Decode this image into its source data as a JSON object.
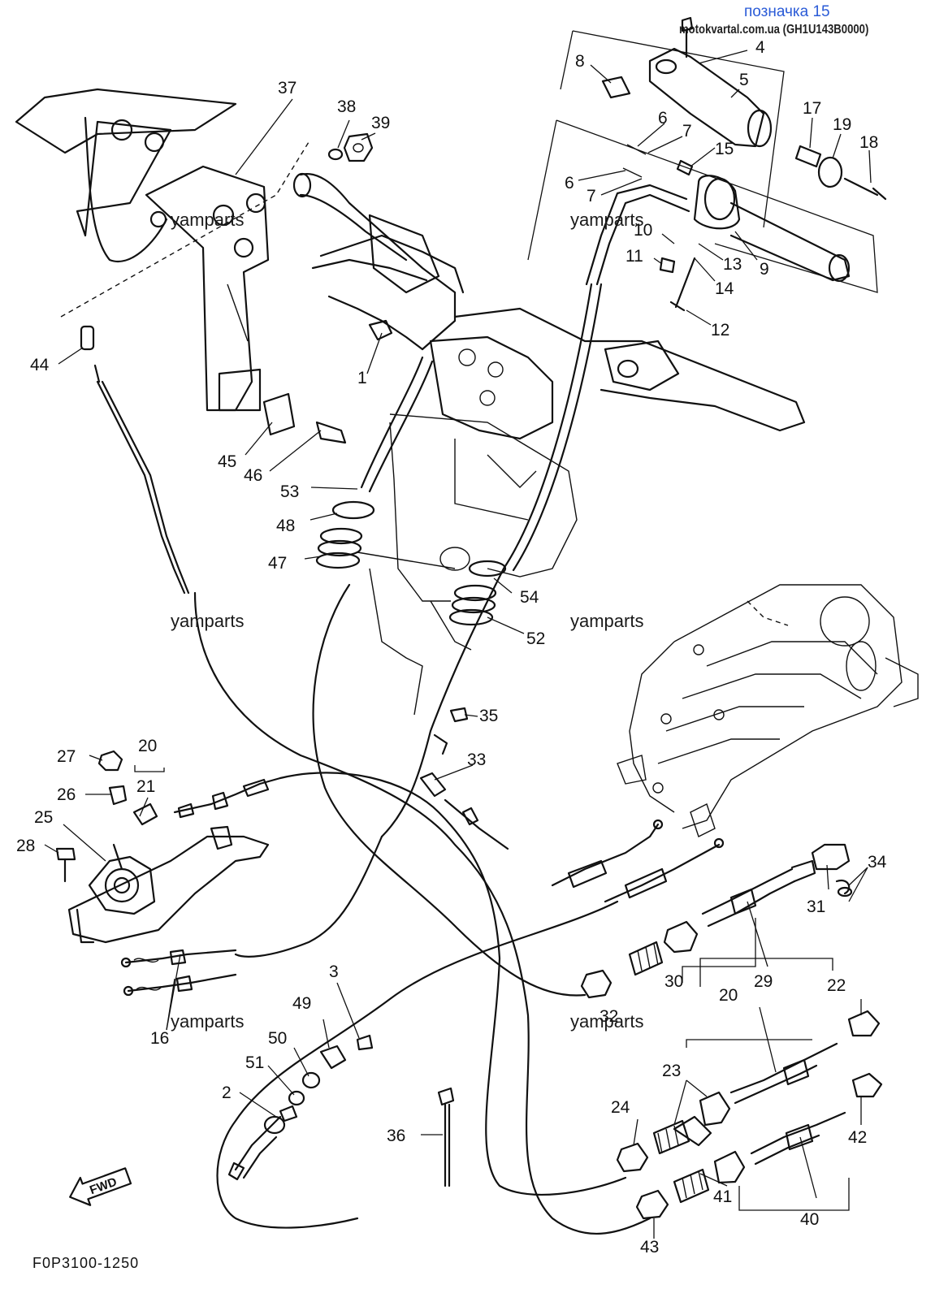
{
  "header": {
    "title": "позначка 15",
    "source": "motokvartal.com.ua (GH1U143B0000)"
  },
  "footer": {
    "diagram_code": "F0P3100-1250",
    "fwd_label": "FWD"
  },
  "watermark": "yamparts",
  "watermarks": [
    {
      "id": "wm1",
      "text": "yamparts"
    },
    {
      "id": "wm2",
      "text": "yamparts"
    },
    {
      "id": "wm3",
      "text": "yamparts"
    },
    {
      "id": "wm4",
      "text": "yamparts"
    },
    {
      "id": "wm5",
      "text": "yamparts"
    },
    {
      "id": "wm6",
      "text": "yamparts"
    }
  ],
  "part_labels": [
    {
      "id": "p1",
      "text": "1"
    },
    {
      "id": "p2",
      "text": "2"
    },
    {
      "id": "p3",
      "text": "3"
    },
    {
      "id": "p4",
      "text": "4"
    },
    {
      "id": "p5",
      "text": "5"
    },
    {
      "id": "p6a",
      "text": "6"
    },
    {
      "id": "p6b",
      "text": "6"
    },
    {
      "id": "p7a",
      "text": "7"
    },
    {
      "id": "p7b",
      "text": "7"
    },
    {
      "id": "p8",
      "text": "8"
    },
    {
      "id": "p9",
      "text": "9"
    },
    {
      "id": "p10",
      "text": "10"
    },
    {
      "id": "p11",
      "text": "11"
    },
    {
      "id": "p12",
      "text": "12"
    },
    {
      "id": "p13",
      "text": "13"
    },
    {
      "id": "p14",
      "text": "14"
    },
    {
      "id": "p15",
      "text": "15"
    },
    {
      "id": "p16",
      "text": "16"
    },
    {
      "id": "p17",
      "text": "17"
    },
    {
      "id": "p18",
      "text": "18"
    },
    {
      "id": "p19",
      "text": "19"
    },
    {
      "id": "p20a",
      "text": "20"
    },
    {
      "id": "p20b",
      "text": "20"
    },
    {
      "id": "p21",
      "text": "21"
    },
    {
      "id": "p22",
      "text": "22"
    },
    {
      "id": "p23",
      "text": "23"
    },
    {
      "id": "p24",
      "text": "24"
    },
    {
      "id": "p25",
      "text": "25"
    },
    {
      "id": "p26",
      "text": "26"
    },
    {
      "id": "p27",
      "text": "27"
    },
    {
      "id": "p28",
      "text": "28"
    },
    {
      "id": "p29",
      "text": "29"
    },
    {
      "id": "p30",
      "text": "30"
    },
    {
      "id": "p31",
      "text": "31"
    },
    {
      "id": "p32",
      "text": "32"
    },
    {
      "id": "p33",
      "text": "33"
    },
    {
      "id": "p34",
      "text": "34"
    },
    {
      "id": "p35",
      "text": "35"
    },
    {
      "id": "p36",
      "text": "36"
    },
    {
      "id": "p37",
      "text": "37"
    },
    {
      "id": "p38",
      "text": "38"
    },
    {
      "id": "p39",
      "text": "39"
    },
    {
      "id": "p40",
      "text": "40"
    },
    {
      "id": "p41",
      "text": "41"
    },
    {
      "id": "p42",
      "text": "42"
    },
    {
      "id": "p43",
      "text": "43"
    },
    {
      "id": "p44",
      "text": "44"
    },
    {
      "id": "p45",
      "text": "45"
    },
    {
      "id": "p46",
      "text": "46"
    },
    {
      "id": "p47",
      "text": "47"
    },
    {
      "id": "p48",
      "text": "48"
    },
    {
      "id": "p49",
      "text": "49"
    },
    {
      "id": "p50",
      "text": "50"
    },
    {
      "id": "p51",
      "text": "51"
    },
    {
      "id": "p52",
      "text": "52"
    },
    {
      "id": "p53",
      "text": "53"
    },
    {
      "id": "p54",
      "text": "54"
    }
  ]
}
